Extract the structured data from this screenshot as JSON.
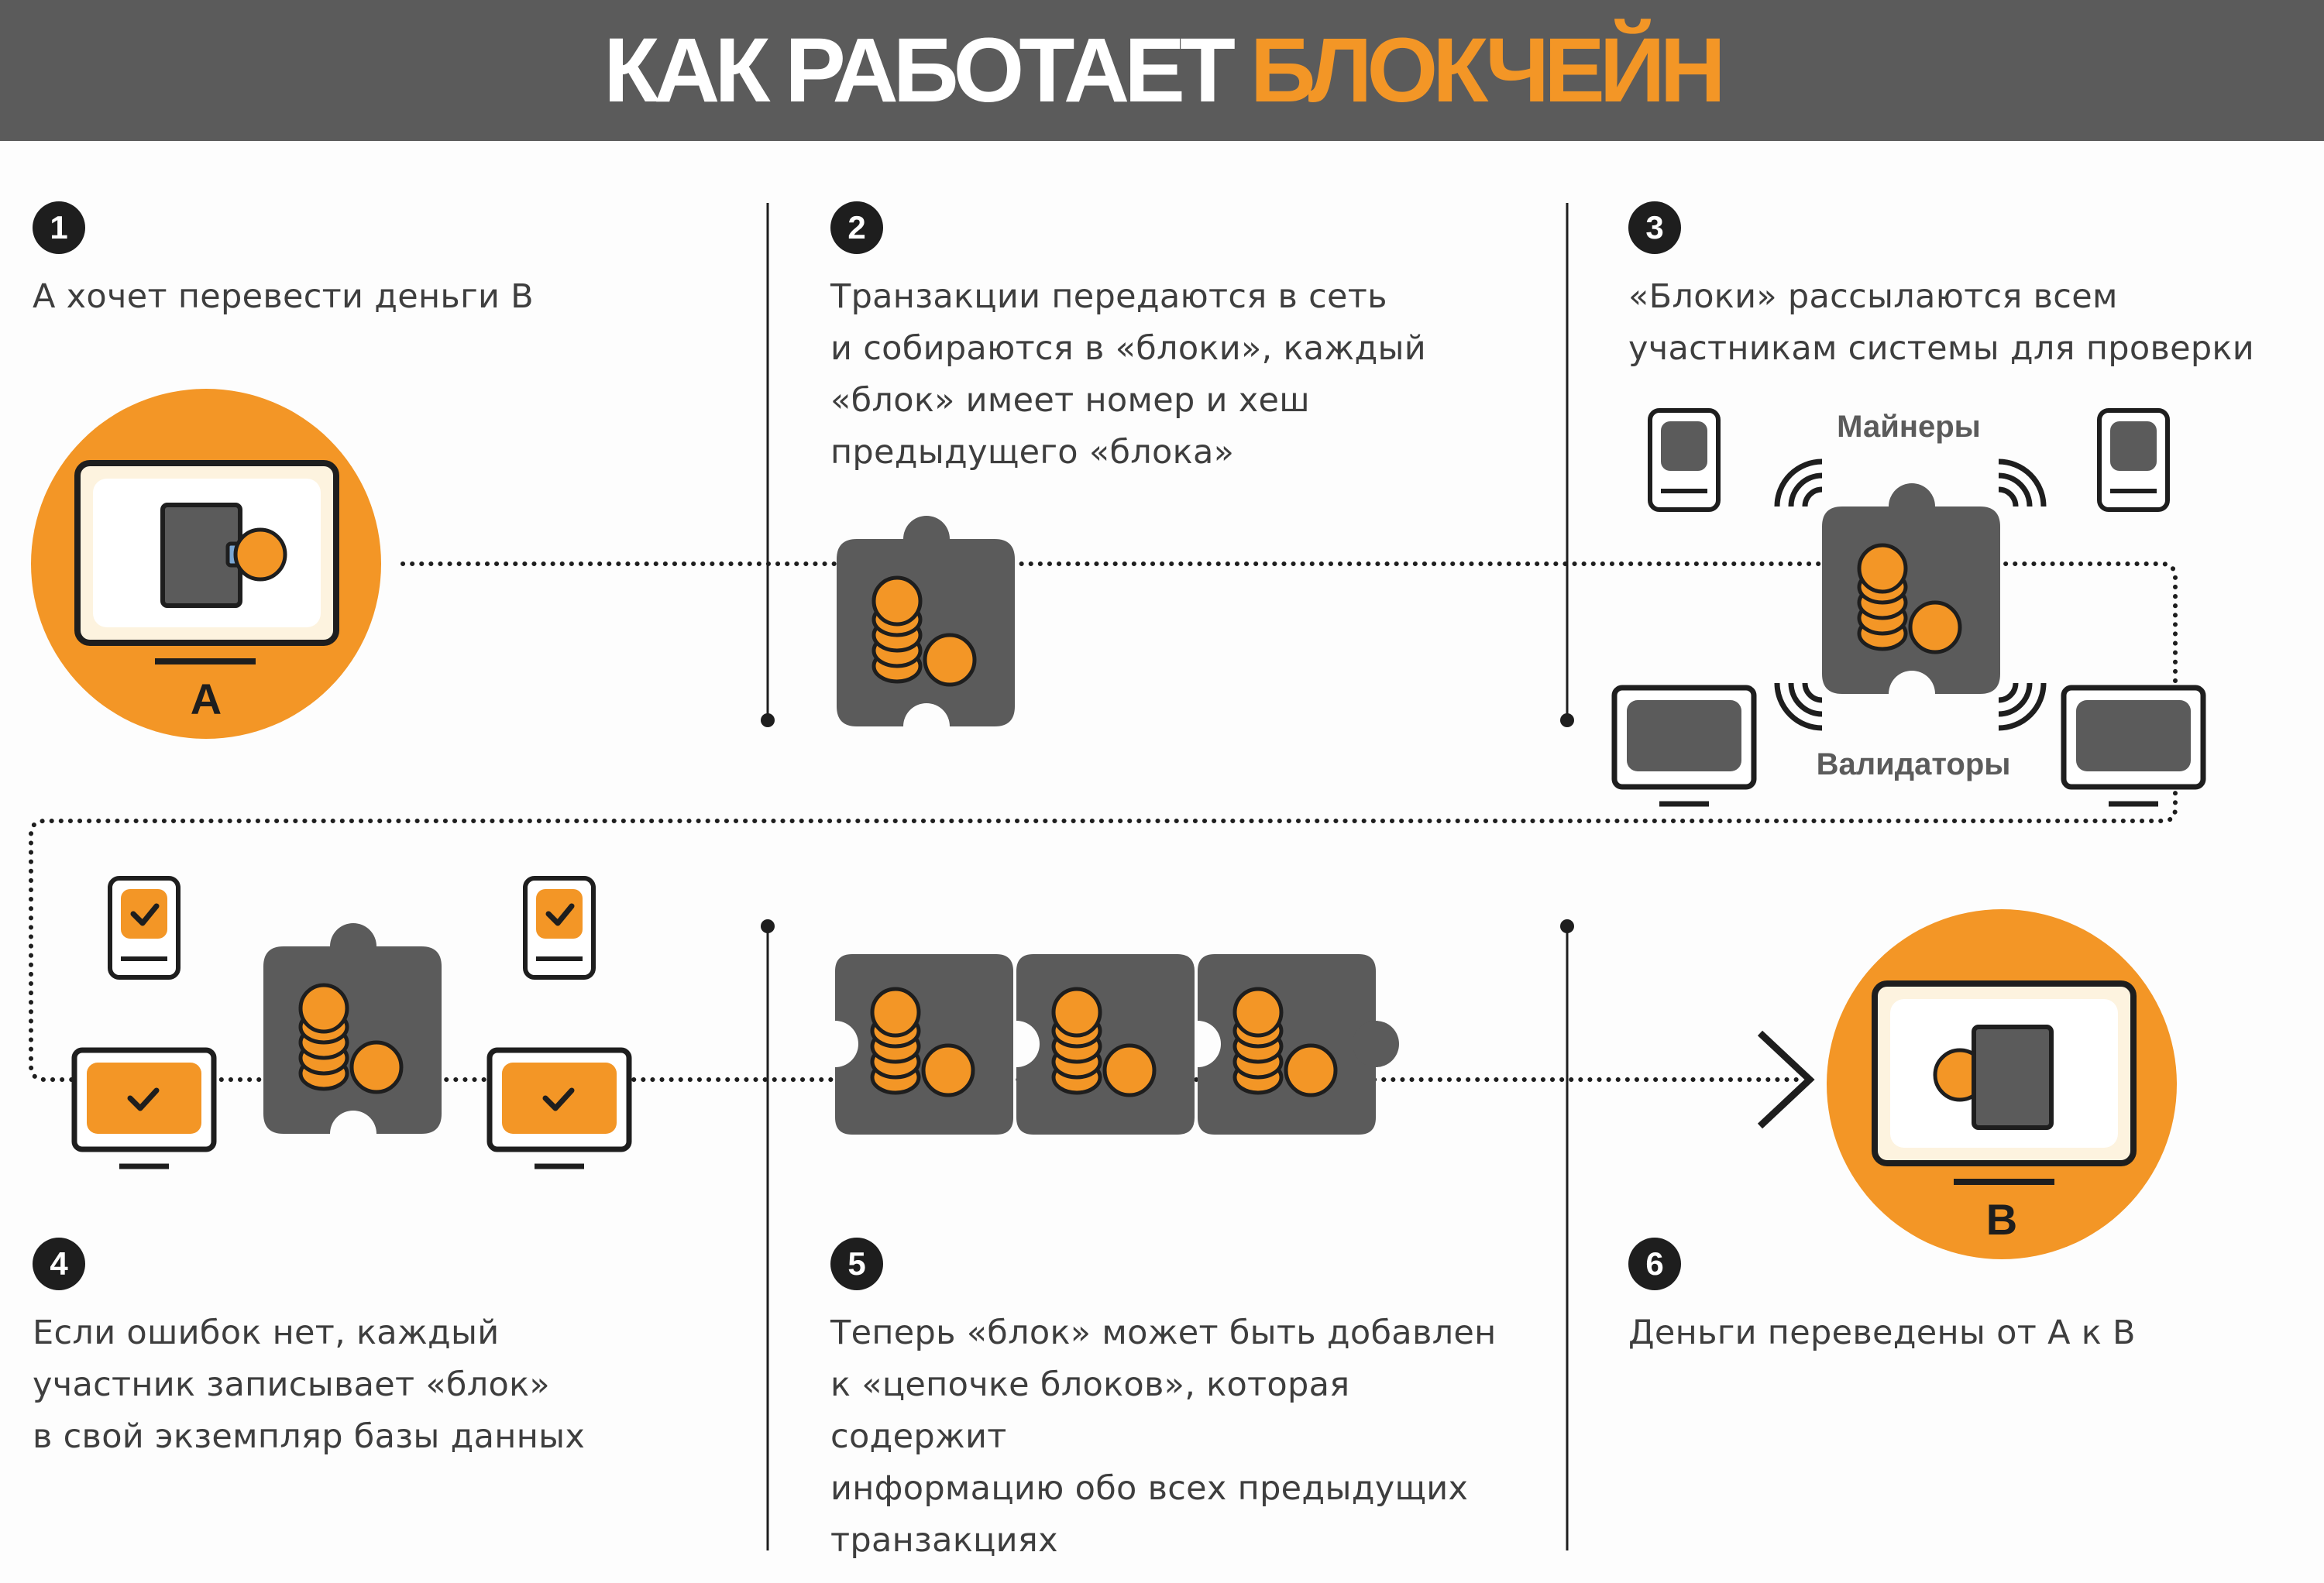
{
  "header": {
    "title_white": "КАК РАБОТАЕТ",
    "title_orange": "БЛОКЧЕЙН",
    "background_color": "#5b5b5b"
  },
  "colors": {
    "accent": "#f39626",
    "dark": "#5b5b5b",
    "text": "#3e3e3e"
  },
  "steps": [
    {
      "number": "1",
      "text": "А хочет перевести деньги В"
    },
    {
      "number": "2",
      "text": "Транзакции передаются в сеть\nи собираются в «блоки», каждый\n«блок» имеет номер и хеш\nпредыдущего «блока»"
    },
    {
      "number": "3",
      "text": "«Блоки» рассылаются всем\nучастникам системы для проверки"
    },
    {
      "number": "4",
      "text": "Если ошибок нет, каждый\nучастник записывает «блок»\nв свой экземпляр базы данных"
    },
    {
      "number": "5",
      "text": "Теперь «блок» может быть добавлен\nк «цепочке блоков», которая содержит\nинформацию обо всех предыдущих\nтранзакциях"
    },
    {
      "number": "6",
      "text": "Деньги переведены от А к В"
    }
  ],
  "diagram": {
    "user_a_label": "А",
    "user_b_label": "В",
    "miners_label": "Майнеры",
    "validators_label": "Валидаторы"
  },
  "icons": [
    "wallet-icon",
    "coin-icon",
    "coin-stack-icon",
    "puzzle-block-icon",
    "tablet-icon",
    "monitor-icon",
    "checkmark-icon",
    "wifi-signal-icon",
    "arrow-right-icon"
  ]
}
